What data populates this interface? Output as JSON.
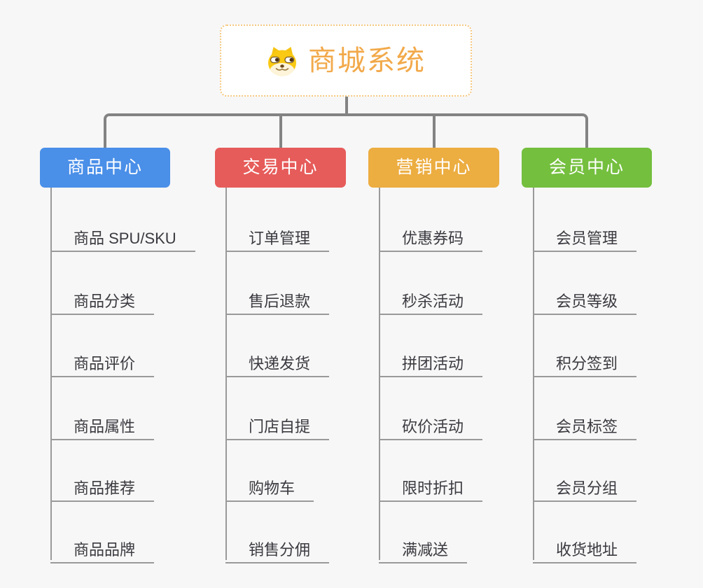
{
  "root": {
    "title": "商城系统",
    "icon": "dog-face-icon",
    "text_color": "#f2a94a",
    "border_color": "#f6c87f"
  },
  "branches": [
    {
      "label": "商品中心",
      "color": "#4a8fe8",
      "items": [
        "商品 SPU/SKU",
        "商品分类",
        "商品评价",
        "商品属性",
        "商品推荐",
        "商品品牌"
      ]
    },
    {
      "label": "交易中心",
      "color": "#e65c5a",
      "items": [
        "订单管理",
        "售后退款",
        "快递发货",
        "门店自提",
        "购物车",
        "销售分佣"
      ]
    },
    {
      "label": "营销中心",
      "color": "#ecad41",
      "items": [
        "优惠券码",
        "秒杀活动",
        "拼团活动",
        "砍价活动",
        "限时折扣",
        "满减送"
      ]
    },
    {
      "label": "会员中心",
      "color": "#74bf3e",
      "items": [
        "会员管理",
        "会员等级",
        "积分签到",
        "会员标签",
        "会员分组",
        "收货地址"
      ]
    }
  ],
  "colors": {
    "background": "#f7f7f7",
    "connector": "#838383",
    "leaf_line": "#9a9a9a",
    "leaf_text": "#3a3a40",
    "root_background": "#ffffff"
  }
}
